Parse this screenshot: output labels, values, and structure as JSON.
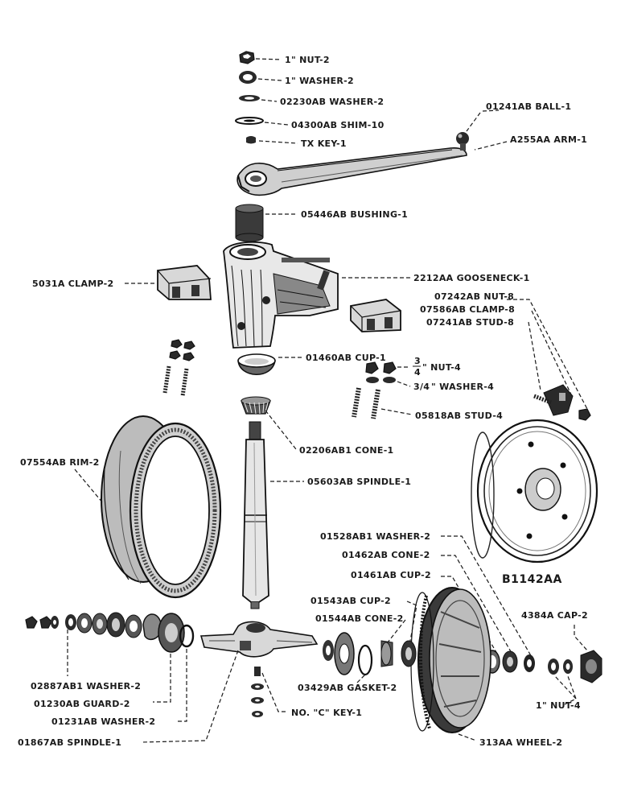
{
  "labels": {
    "nut_top": "1\" NUT-2",
    "washer_top": "1\" WASHER-2",
    "washer_02230": "02230AB WASHER-2",
    "shim": "04300AB SHIM-10",
    "tx_key": "TX KEY-1",
    "ball": "01241AB BALL-1",
    "arm": "A255AA ARM-1",
    "bushing": "05446AB BUSHING-1",
    "clamp_left": "5031A CLAMP-2",
    "gooseneck": "2212AA GOOSENECK-1",
    "nut_07242": "07242AB NUT-8",
    "clamp_07586": "07586AB CLAMP-8",
    "stud_07241": "07241AB STUD-8",
    "cup_01460": "01460AB CUP-1",
    "nut_34_num": "3",
    "nut_34_den": "4",
    "nut_34": "\" NUT-4",
    "washer_34_frac": "3/4",
    "washer_34": "\" WASHER-4",
    "stud_05818": "05818AB STUD-4",
    "cone_02206": "02206AB1 CONE-1",
    "rim": "07554AB RIM-2",
    "spindle_05603": "05603AB SPINDLE-1",
    "washer_01528": "01528AB1 WASHER-2",
    "cone_01462": "01462AB CONE-2",
    "cup_01461": "01461AB CUP-2",
    "assembly_id": "B1142AA",
    "cup_01543": "01543AB CUP-2",
    "cone_01544": "01544AB CONE-2",
    "cap": "4384A CAP-2",
    "washer_02887": "02887AB1 WASHER-2",
    "guard": "01230AB GUARD-2",
    "gasket": "03429AB GASKET-2",
    "washer_01231": "01231AB WASHER-2",
    "key_c": "NO. \"C\" KEY-1",
    "nut_bottom": "1\" NUT-4",
    "wheel": "313AA WHEEL-2",
    "spindle_01867": "01867AB SPINDLE-1"
  }
}
